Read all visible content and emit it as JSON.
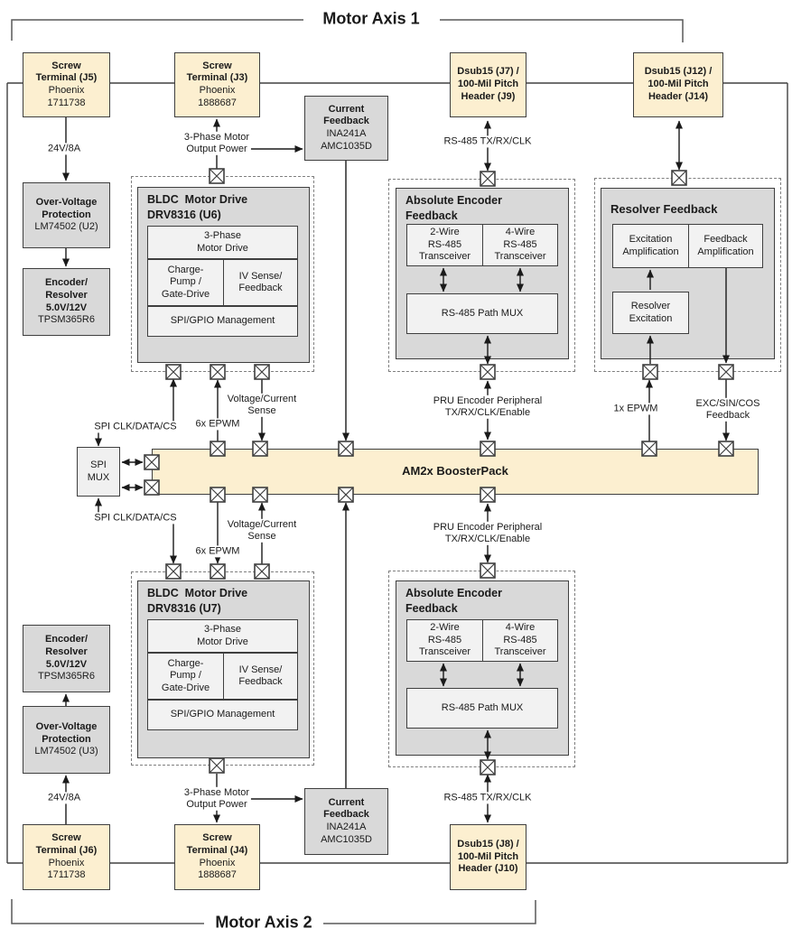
{
  "titles": {
    "axis1": "Motor Axis 1",
    "axis2": "Motor Axis 2"
  },
  "colors": {
    "connector_fill": "#FCEFD0",
    "module_fill": "#D9D9D9",
    "inner_fill": "#F2F2F2",
    "line": "#1a1a1a",
    "dashed_border": "#7f7f7f"
  },
  "blocks": {
    "j5": {
      "l1": "Screw",
      "l2": "Terminal (J5)",
      "l3": "Phoenix",
      "l4": "1711738"
    },
    "j3": {
      "l1": "Screw",
      "l2": "Terminal (J3)",
      "l3": "Phoenix",
      "l4": "1888687"
    },
    "j7": {
      "l1": "Dsub15 (J7) /",
      "l2": "100-Mil Pitch",
      "l3": "Header (J9)"
    },
    "j12": {
      "l1": "Dsub15 (J12) /",
      "l2": "100-Mil Pitch",
      "l3": "Header (J14)"
    },
    "cf1": {
      "l1": "Current",
      "l2": "Feedback",
      "l3": "INA241A",
      "l4": "AMC1035D"
    },
    "ovp1": {
      "l1": "Over-Voltage",
      "l2": "Protection",
      "l3": "LM74502 (U2)"
    },
    "encpwr1": {
      "l1": "Encoder/",
      "l2": "Resolver",
      "l3": "5.0V/12V",
      "l4": "TPSM365R6"
    },
    "u6": {
      "t1": "BLDC  Motor Drive",
      "t2": "DRV8316 (U6)",
      "p3a": "3-Phase",
      "p3b": "Motor Drive",
      "cpa": "Charge-",
      "cpb": "Pump /",
      "cpc": "Gate-Drive",
      "iva": "IV Sense/",
      "ivb": "Feedback",
      "sg": "SPI/GPIO Management"
    },
    "enc1": {
      "t1": "Absolute Encoder",
      "t2": "Feedback",
      "w2a": "2-Wire",
      "w2b": "RS-485",
      "w2c": "Transceiver",
      "w4a": "4-Wire",
      "w4b": "RS-485",
      "w4c": "Transceiver",
      "mux": "RS-485 Path MUX"
    },
    "res": {
      "t1": "Resolver Feedback",
      "eaa": "Excitation",
      "eab": "Amplification",
      "faa": "Feedback",
      "fab": "Amplification",
      "rea": "Resolver",
      "reb": "Excitation"
    },
    "spimux": {
      "l1": "SPI",
      "l2": "MUX"
    },
    "boosterpack": {
      "l1": "AM2x BoosterPack"
    },
    "encpwr2": {
      "l1": "Encoder/",
      "l2": "Resolver",
      "l3": "5.0V/12V",
      "l4": "TPSM365R6"
    },
    "ovp2": {
      "l1": "Over-Voltage",
      "l2": "Protection",
      "l3": "LM74502 (U3)"
    },
    "u7": {
      "t1": "BLDC  Motor Drive",
      "t2": "DRV8316 (U7)",
      "p3a": "3-Phase",
      "p3b": "Motor Drive",
      "cpa": "Charge-",
      "cpb": "Pump /",
      "cpc": "Gate-Drive",
      "iva": "IV Sense/",
      "ivb": "Feedback",
      "sg": "SPI/GPIO Management"
    },
    "enc2": {
      "t1": "Absolute Encoder",
      "t2": "Feedback",
      "w2a": "2-Wire",
      "w2b": "RS-485",
      "w2c": "Transceiver",
      "w4a": "4-Wire",
      "w4b": "RS-485",
      "w4c": "Transceiver",
      "mux": "RS-485 Path MUX"
    },
    "cf2": {
      "l1": "Current",
      "l2": "Feedback",
      "l3": "INA241A",
      "l4": "AMC1035D"
    },
    "j6": {
      "l1": "Screw",
      "l2": "Terminal (J6)",
      "l3": "Phoenix",
      "l4": "1711738"
    },
    "j4": {
      "l1": "Screw",
      "l2": "Terminal (J4)",
      "l3": "Phoenix",
      "l4": "1888687"
    },
    "j8": {
      "l1": "Dsub15 (J8) /",
      "l2": "100-Mil Pitch",
      "l3": "Header (J10)"
    }
  },
  "labels": {
    "v24_1": "24V/8A",
    "phase3_1a": "3-Phase Motor",
    "phase3_1b": "Output Power",
    "rs485_1": "RS-485 TX/RX/CLK",
    "spiclk_1": "SPI CLK/DATA/CS",
    "epwm6_1": "6x EPWM",
    "vcs_1a": "Voltage/Current",
    "vcs_1b": "Sense",
    "pru_1a": "PRU Encoder Peripheral",
    "pru_1b": "TX/RX/CLK/Enable",
    "epwm1": "1x EPWM",
    "excfb_a": "EXC/SIN/COS",
    "excfb_b": "Feedback",
    "spiclk_2": "SPI CLK/DATA/CS",
    "epwm6_2": "6x EPWM",
    "vcs_2a": "Voltage/Current",
    "vcs_2b": "Sense",
    "pru_2a": "PRU Encoder Peripheral",
    "pru_2b": "TX/RX/CLK/Enable",
    "v24_2": "24V/8A",
    "phase3_2a": "3-Phase Motor",
    "phase3_2b": "Output Power",
    "rs485_2": "RS-485 TX/RX/CLK"
  }
}
